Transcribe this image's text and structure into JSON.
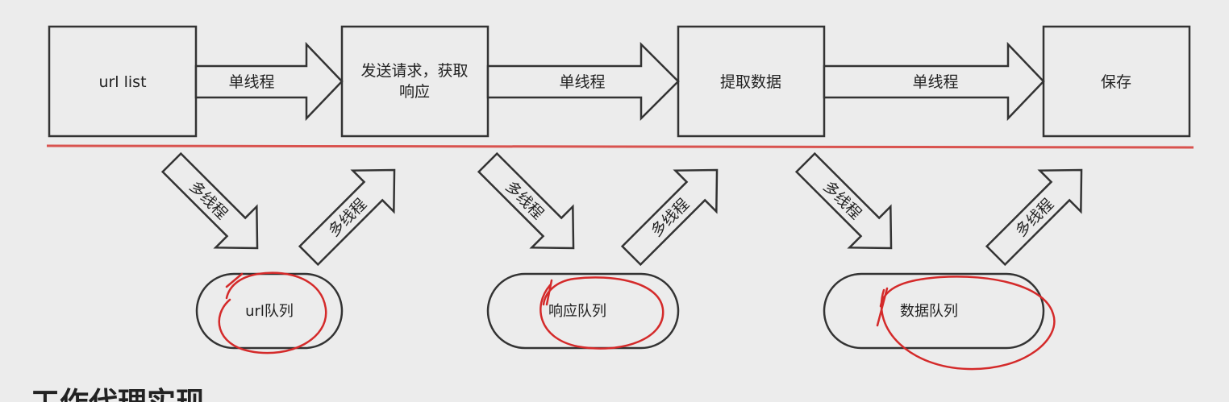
{
  "colors": {
    "background": "#ececec",
    "box_fill": "#ececec",
    "stroke": "#333333",
    "separator": "#d9534f",
    "annotation": "#d42a2a"
  },
  "boxes": [
    {
      "id": "url-list",
      "label": "url list"
    },
    {
      "id": "send-request",
      "label_line1": "发送请求，获取",
      "label_line2": "响应"
    },
    {
      "id": "extract-data",
      "label": "提取数据"
    },
    {
      "id": "save",
      "label": "保存"
    }
  ],
  "top_arrows": [
    {
      "label": "单线程"
    },
    {
      "label": "单线程"
    },
    {
      "label": "单线程"
    }
  ],
  "diagonal_arrows": [
    {
      "label": "多线程"
    },
    {
      "label": "多线程"
    },
    {
      "label": "多线程"
    },
    {
      "label": "多线程"
    },
    {
      "label": "多线程"
    },
    {
      "label": "多线程"
    }
  ],
  "queues": [
    {
      "label": "url队列"
    },
    {
      "label": "响应队列"
    },
    {
      "label": "数据队列"
    }
  ],
  "bottom_heading": "工作代理实现"
}
